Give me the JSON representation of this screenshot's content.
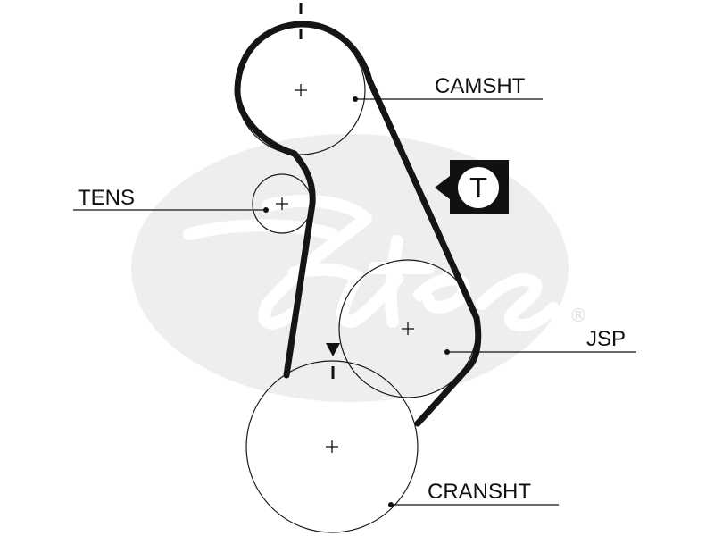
{
  "labels": {
    "camshaft": "CAMSHT",
    "tensioner": "TENS",
    "jsp": "JSP",
    "crankshaft": "CRANSHT",
    "tool_badge": "T"
  },
  "watermark": {
    "brand": "Gates",
    "registered_mark": "®"
  },
  "colors": {
    "line": "#111111",
    "background": "#ffffff",
    "watermark": "#eeeeee"
  },
  "icons": {
    "timing_mark_top": "timing-mark-icon",
    "timing_mark_crank": "triangle-down-icon",
    "tool_badge": "tool-badge-icon"
  }
}
